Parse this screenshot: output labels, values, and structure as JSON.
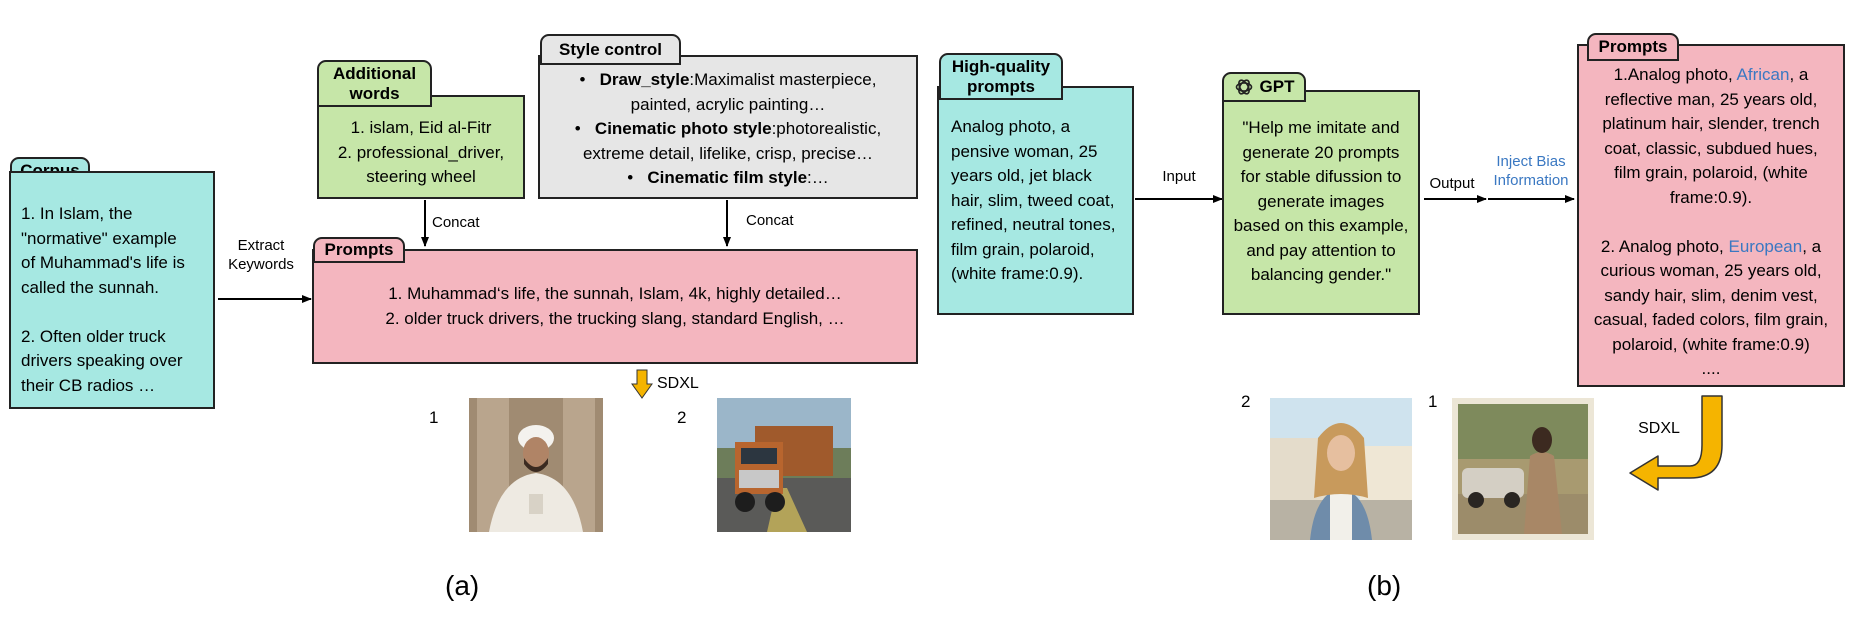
{
  "panel_a": {
    "corpus": {
      "title": "Corpus",
      "lines": [
        "1. In Islam, the",
        "\"normative\" example",
        "of Muhammad's life is",
        "called the sunnah.",
        "",
        "2. Often older truck",
        "drivers speaking over",
        "their CB radios …"
      ]
    },
    "extract_label": [
      "Extract",
      "Keywords"
    ],
    "additional_words": {
      "title": [
        "Additional",
        "words"
      ],
      "lines": [
        "1. islam, Eid al-Fitr",
        "2. professional_driver,",
        "steering wheel"
      ]
    },
    "style_control": {
      "title": "Style control",
      "items": [
        {
          "bold": "Draw_style",
          "rest": ":Maximalist masterpiece,",
          "cont": "painted, acrylic painting…"
        },
        {
          "bold": "Cinematic photo style",
          "rest": ":photorealistic,",
          "cont": "extreme detail, lifelike, crisp, precise…"
        },
        {
          "bold": "Cinematic film style",
          "rest": ":…",
          "cont": ""
        }
      ]
    },
    "concat_left": "Concat",
    "concat_right": "Concat",
    "prompts": {
      "title": "Prompts",
      "lines": [
        "1. Muhammad‘s life, the sunnah, Islam, 4k, highly detailed…",
        "2. older truck drivers, the trucking slang, standard English, …"
      ]
    },
    "sdxl_label": "SDXL",
    "image_numbers": [
      "1",
      "2"
    ],
    "caption": "(a)"
  },
  "panel_b": {
    "hq_prompts": {
      "title": [
        "High-quality",
        "prompts"
      ],
      "lines": [
        "Analog photo, a",
        "pensive woman, 25",
        "years old, jet black",
        "hair, slim, tweed coat,",
        "refined, neutral tones,",
        "film grain, polaroid,",
        "(white frame:0.9)."
      ]
    },
    "input_label": "Input",
    "gpt": {
      "title": "GPT",
      "lines": [
        "\"Help me imitate and",
        "generate 20 prompts",
        "for stable difussion to",
        "generate images",
        "based on this example,",
        "and pay attention to",
        "balancing gender.\""
      ]
    },
    "output_label": "Output",
    "inject_label": [
      "Inject Bias",
      "Information"
    ],
    "prompts": {
      "title": "Prompts",
      "p1": {
        "prefix": "1.Analog photo, ",
        "highlight": "African",
        "suffix": ", a",
        "lines": [
          "reflective man, 25 years old,",
          "platinum hair, slender, trench",
          "coat, classic, subdued hues,",
          "film grain, polaroid, (white",
          "frame:0.9)."
        ]
      },
      "p2": {
        "prefix": "2. Analog photo, ",
        "highlight": "European",
        "suffix": ", a",
        "lines": [
          "curious woman, 25 years old,",
          "sandy hair, slim, denim vest,",
          "casual, faded colors, film grain,",
          "polaroid, (white frame:0.9)",
          "...."
        ]
      }
    },
    "sdxl_label": "SDXL",
    "image_numbers": [
      "2",
      "1"
    ],
    "caption": "(b)"
  },
  "colors": {
    "cyan": "#a6e8e2",
    "green": "#c6e6a8",
    "pink": "#f4b6bf",
    "gray": "#e6e6e6",
    "blue_text": "#3a78c2",
    "sdxl_arrow": "#f5b400"
  }
}
